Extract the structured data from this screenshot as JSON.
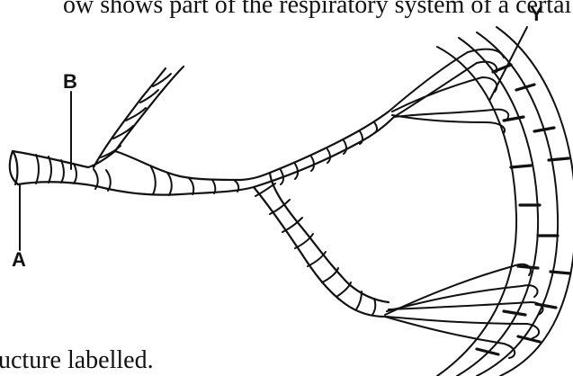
{
  "question": {
    "header_fragment": "ow shows part of the respiratory system of a certai",
    "footer_fragment": "ucture labelled."
  },
  "labels": {
    "a": "A",
    "b": "B",
    "y": "Y"
  }
}
